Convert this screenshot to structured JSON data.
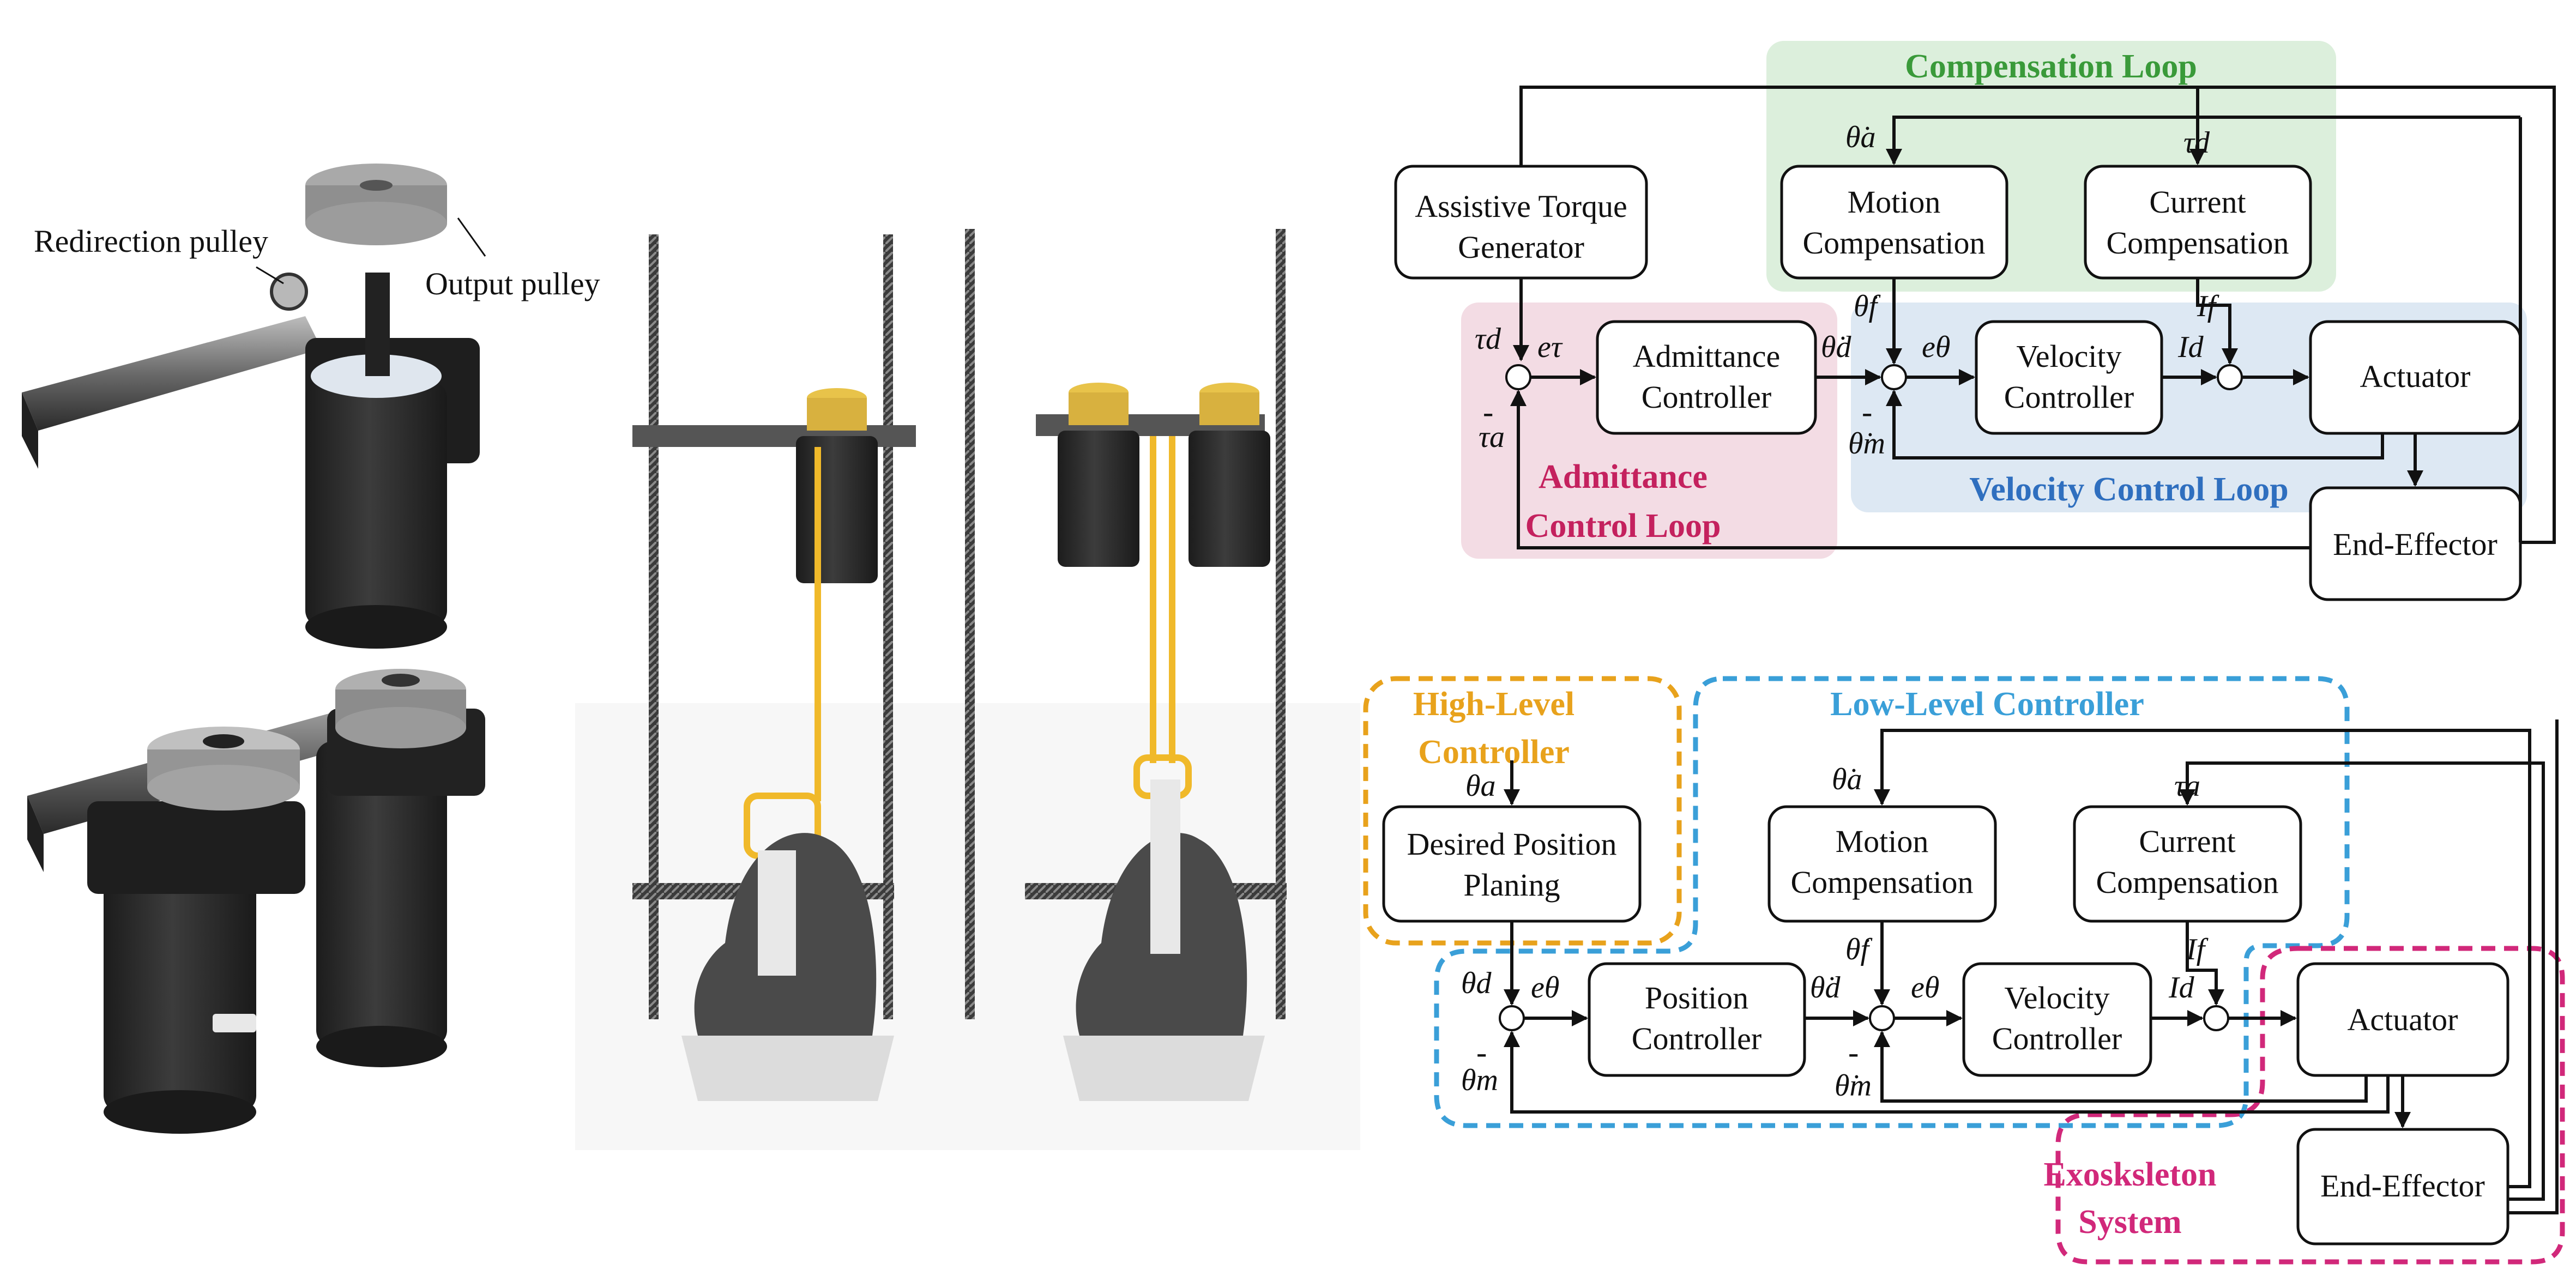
{
  "photos": {
    "redirection_pulley": "Redirection pulley",
    "output_pulley": "Output pulley"
  },
  "top": {
    "compensation_loop": "Compensation Loop",
    "admittance_loop_line1": "Admittance",
    "admittance_loop_line2": "Control Loop",
    "velocity_loop": "Velocity Control Loop",
    "assistive_l1": "Assistive Torque",
    "assistive_l2": "Generator",
    "motion_comp_l1": "Motion",
    "motion_comp_l2": "Compensation",
    "current_comp_l1": "Current",
    "current_comp_l2": "Compensation",
    "admittance_ctrl_l1": "Admittance",
    "admittance_ctrl_l2": "Controller",
    "velocity_ctrl_l1": "Velocity",
    "velocity_ctrl_l2": "Controller",
    "actuator": "Actuator",
    "end_effector": "End-Effector",
    "sym_theta_a": "θ̇a",
    "sym_tau_d_top": "τd",
    "sym_tau_d": "τd",
    "sym_tau_a": "τa",
    "sym_e_tau": "eτ",
    "sym_theta_d": "θ̇d",
    "sym_theta_f": "θ̇f",
    "sym_e_theta": "eθ",
    "sym_theta_m": "θ̇m",
    "sym_I_f": "If",
    "sym_I_d": "Id",
    "minus": "-"
  },
  "bottom": {
    "high_level_l1": "High-Level",
    "high_level_l2": "Controller",
    "low_level": "Low-Level Controller",
    "exo_l1": "Exosksleton",
    "exo_l2": "System",
    "desired_l1": "Desired Position",
    "desired_l2": "Planing",
    "motion_comp_l1": "Motion",
    "motion_comp_l2": "Compensation",
    "current_comp_l1": "Current",
    "current_comp_l2": "Compensation",
    "position_ctrl_l1": "Position",
    "position_ctrl_l2": "Controller",
    "velocity_ctrl_l1": "Velocity",
    "velocity_ctrl_l2": "Controller",
    "actuator": "Actuator",
    "end_effector": "End-Effector",
    "sym_theta_a_in": "θa",
    "sym_theta_a_dot": "θ̇a",
    "sym_tau_a": "τa",
    "sym_theta_d": "θd",
    "sym_theta_m": "θm",
    "sym_e_theta1": "eθ",
    "sym_theta_d_dot": "θ̇d",
    "sym_theta_f": "θ̇f",
    "sym_e_theta2": "eθ",
    "sym_theta_m_dot": "θ̇m",
    "sym_I_f": "If",
    "sym_I_d": "Id",
    "minus": "-"
  },
  "colors": {
    "compensation_bg": "#dcefdc",
    "admittance_bg": "#f3dce4",
    "velocity_bg": "#dde8f3",
    "compensation_text": "#3a9a3a",
    "admittance_text": "#c4215e",
    "velocity_text": "#2f6fbf",
    "high_level": "#e8a21c",
    "low_level": "#3a9fd8",
    "exo": "#d1287a",
    "rope": "#f0b92a"
  }
}
